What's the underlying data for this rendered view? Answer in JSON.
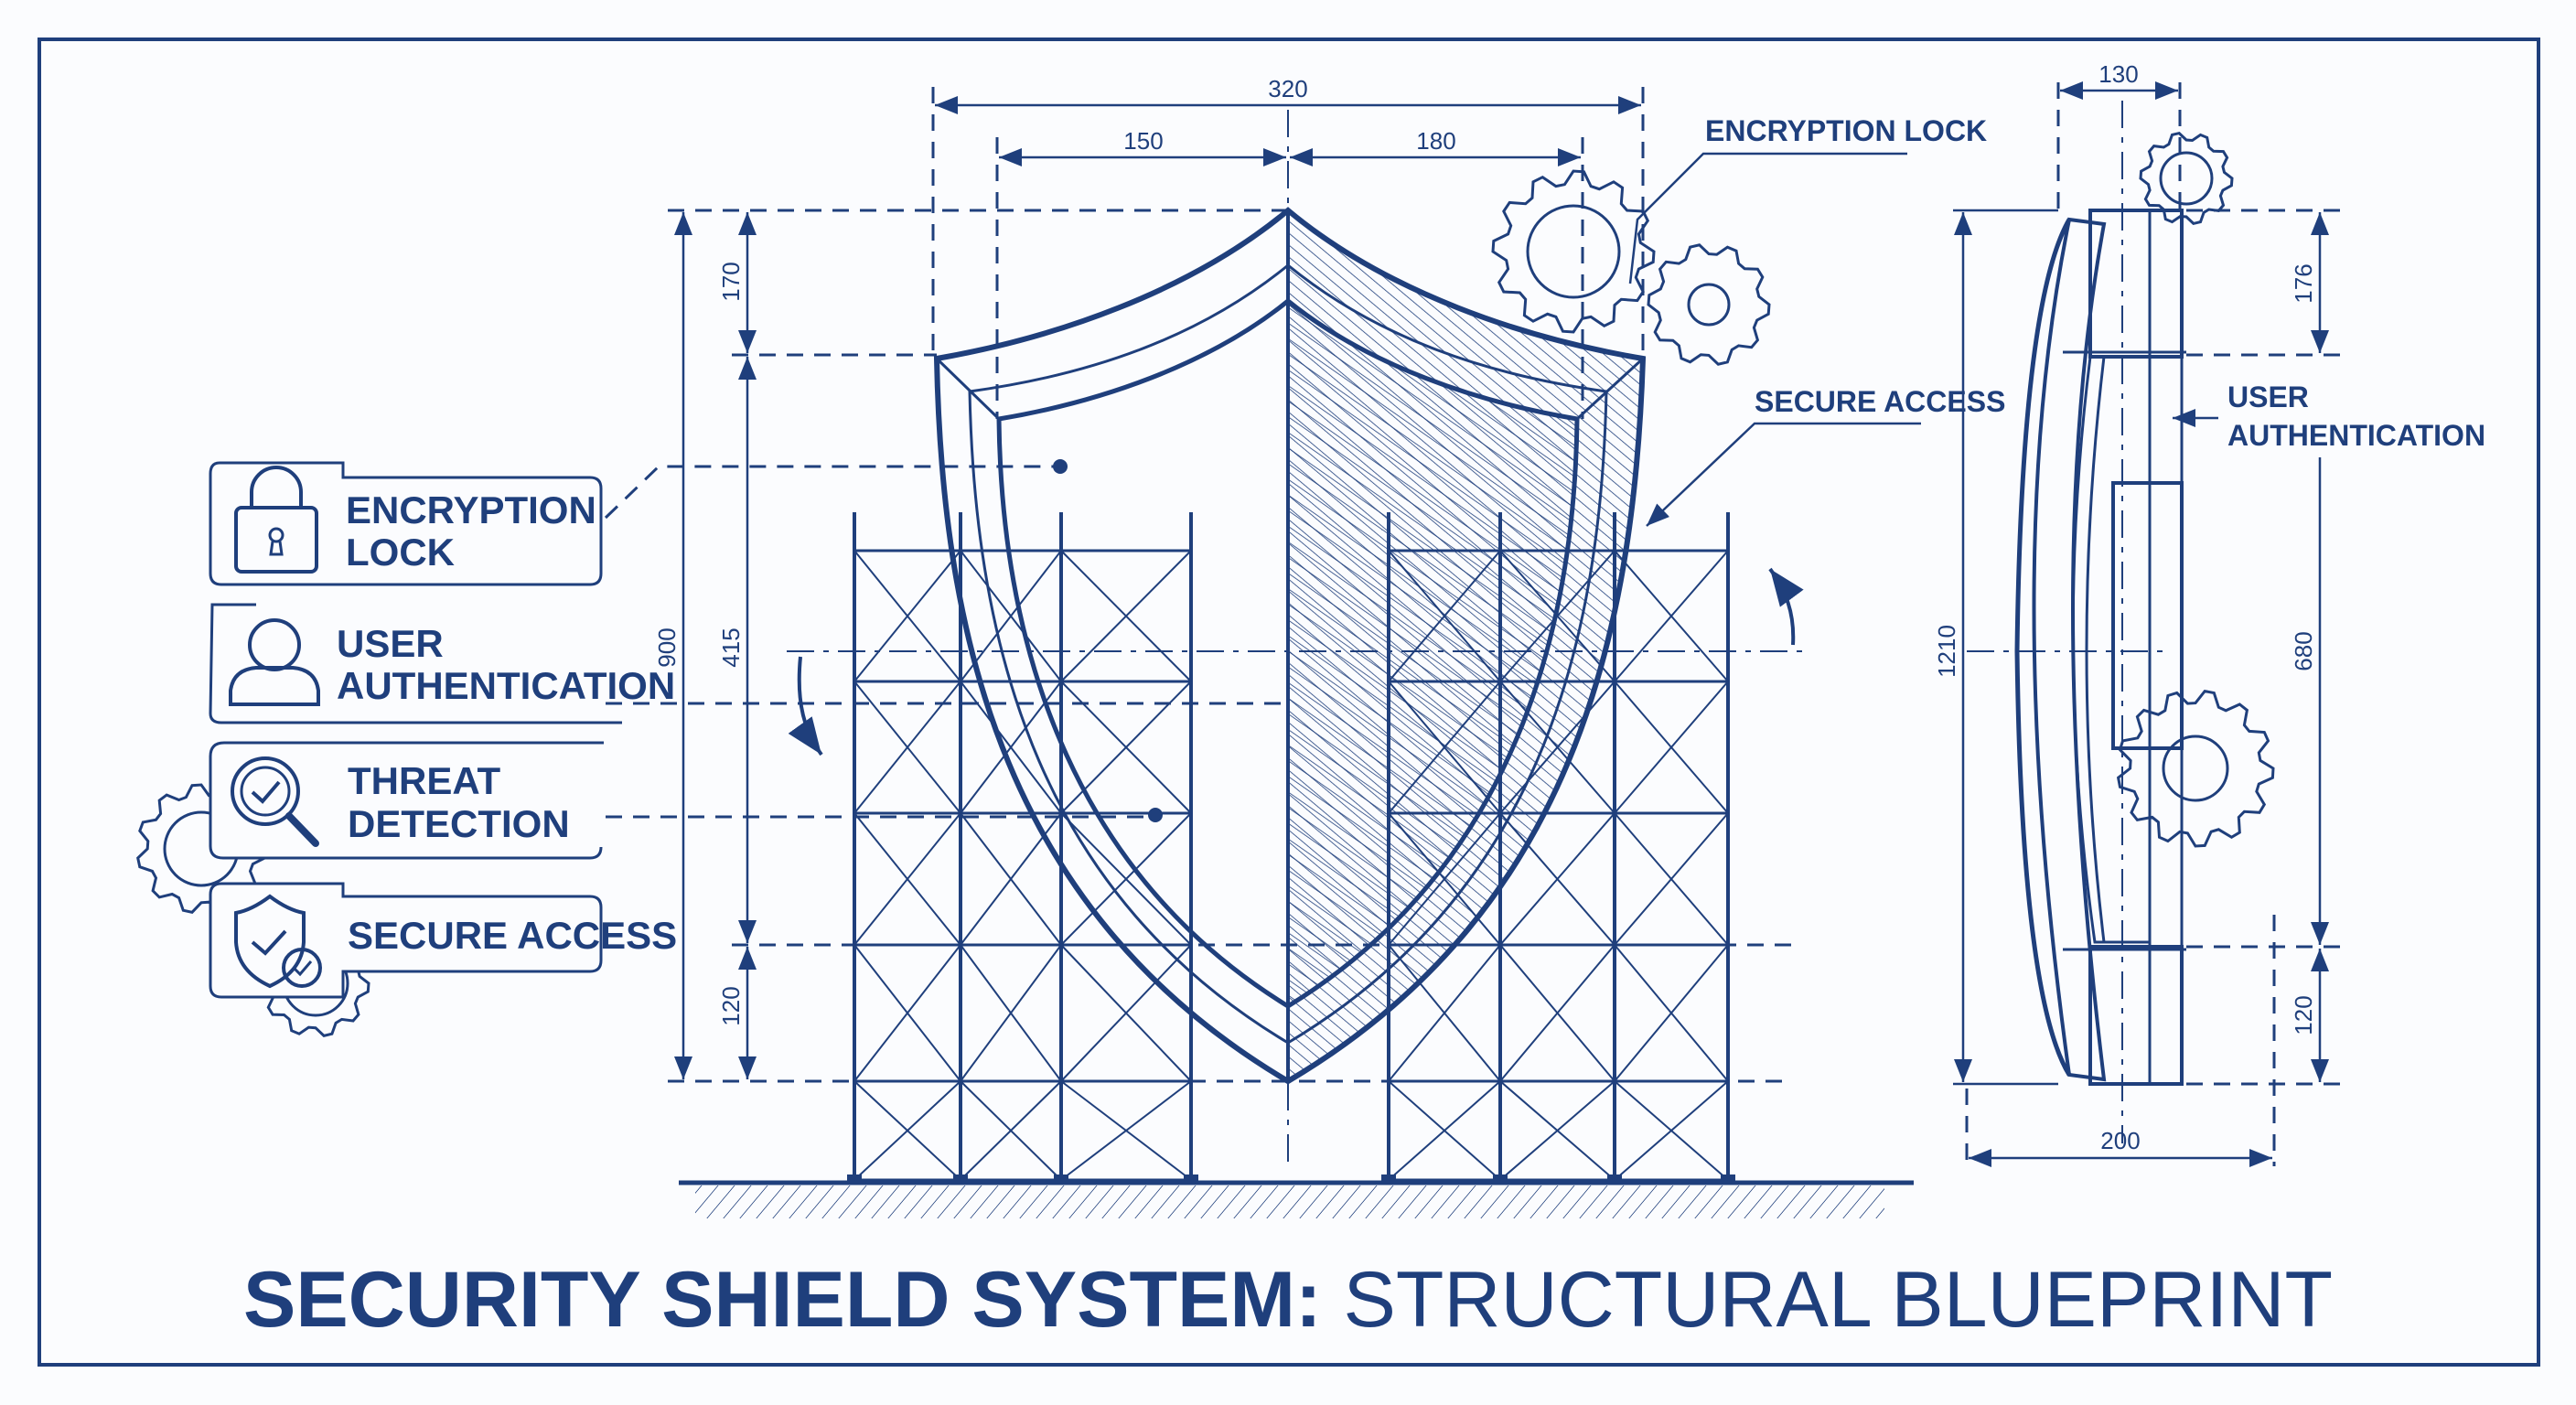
{
  "title": {
    "bold": "SECURITY SHIELD SYSTEM:",
    "regular": " STRUCTURAL BLUEPRINT"
  },
  "callouts": [
    {
      "line1": "ENCRYPTION",
      "line2": "LOCK",
      "icon": "padlock-icon"
    },
    {
      "line1": "USER",
      "line2": "AUTHENTICATION",
      "icon": "user-icon"
    },
    {
      "line1": "THREAT",
      "line2": "DETECTION",
      "icon": "magnifier-check-icon"
    },
    {
      "line1": "SECURE ACCESS",
      "icon": "shield-check-icon"
    }
  ],
  "front_view": {
    "labels": {
      "encryption_lock": "ENCRYPTION LOCK",
      "secure_access": "SECURE ACCESS"
    },
    "dimensions": {
      "total_width": "320",
      "left_width": "150",
      "right_width": "180",
      "top_height": "170",
      "total_height": "900",
      "mid_height": "415",
      "bottom_height": "120"
    }
  },
  "side_view": {
    "labels": {
      "user_authentication_1": "USER",
      "user_authentication_2": "AUTHENTICATION"
    },
    "dimensions": {
      "top_width": "130",
      "bottom_width": "200",
      "total_height": "1210",
      "top_height": "176",
      "mid_height": "680",
      "bottom_height": "120"
    }
  },
  "colors": {
    "ink": "#1f3f7c",
    "paper": "#fbfcfe"
  }
}
